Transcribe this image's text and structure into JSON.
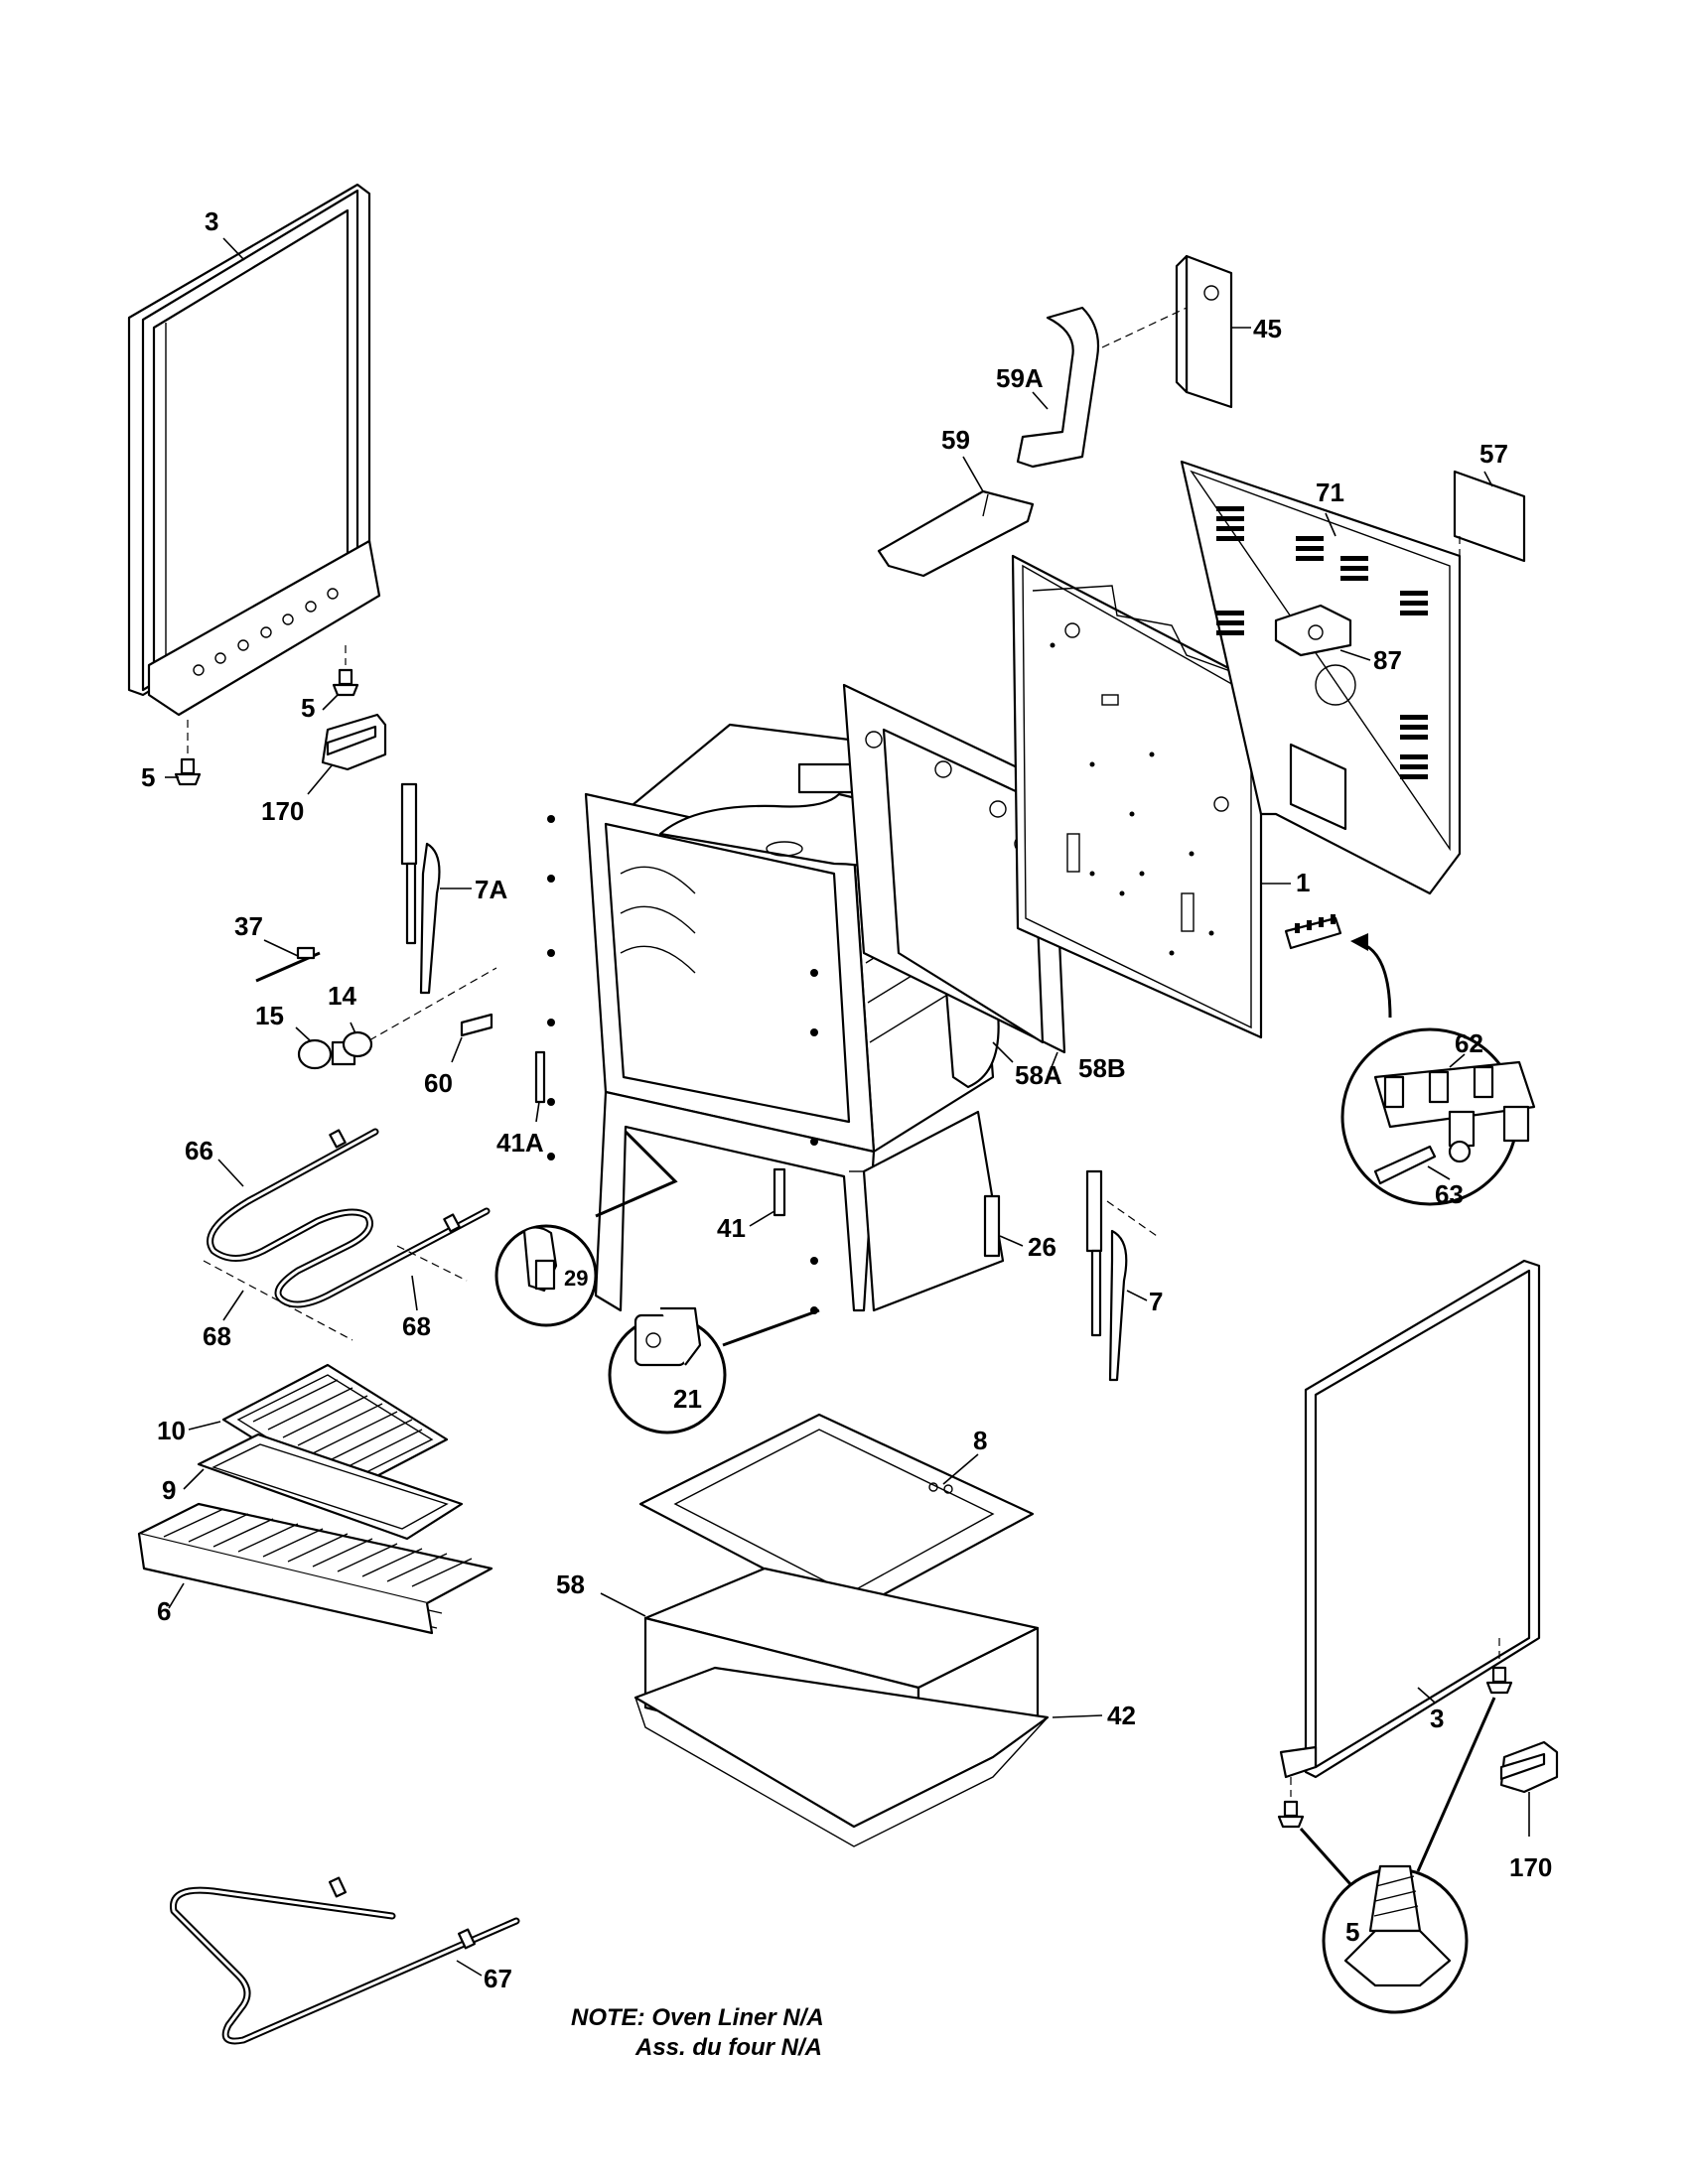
{
  "diagram": {
    "callouts": [
      {
        "id": "3-left",
        "text": "3"
      },
      {
        "id": "5-upper",
        "text": "5"
      },
      {
        "id": "5-lower",
        "text": "5"
      },
      {
        "id": "170-left",
        "text": "170"
      },
      {
        "id": "7A",
        "text": "7A"
      },
      {
        "id": "37",
        "text": "37"
      },
      {
        "id": "15",
        "text": "15"
      },
      {
        "id": "14",
        "text": "14"
      },
      {
        "id": "60",
        "text": "60"
      },
      {
        "id": "41A",
        "text": "41A"
      },
      {
        "id": "66",
        "text": "66"
      },
      {
        "id": "68-left",
        "text": "68"
      },
      {
        "id": "68-right",
        "text": "68"
      },
      {
        "id": "29",
        "text": "29"
      },
      {
        "id": "21",
        "text": "21"
      },
      {
        "id": "41",
        "text": "41"
      },
      {
        "id": "26",
        "text": "26"
      },
      {
        "id": "7",
        "text": "7"
      },
      {
        "id": "58A",
        "text": "58A"
      },
      {
        "id": "58B",
        "text": "58B"
      },
      {
        "id": "1",
        "text": "1"
      },
      {
        "id": "62",
        "text": "62"
      },
      {
        "id": "63",
        "text": "63"
      },
      {
        "id": "45",
        "text": "45"
      },
      {
        "id": "59A",
        "text": "59A"
      },
      {
        "id": "59",
        "text": "59"
      },
      {
        "id": "71",
        "text": "71"
      },
      {
        "id": "57",
        "text": "57"
      },
      {
        "id": "87",
        "text": "87"
      },
      {
        "id": "10",
        "text": "10"
      },
      {
        "id": "9",
        "text": "9"
      },
      {
        "id": "6",
        "text": "6"
      },
      {
        "id": "8",
        "text": "8"
      },
      {
        "id": "58",
        "text": "58"
      },
      {
        "id": "42",
        "text": "42"
      },
      {
        "id": "3-right",
        "text": "3"
      },
      {
        "id": "5-right",
        "text": "5"
      },
      {
        "id": "170-right",
        "text": "170"
      },
      {
        "id": "67",
        "text": "67"
      }
    ],
    "note_line1": "NOTE: Oven Liner N/A",
    "note_line2": "Ass. du four N/A"
  }
}
